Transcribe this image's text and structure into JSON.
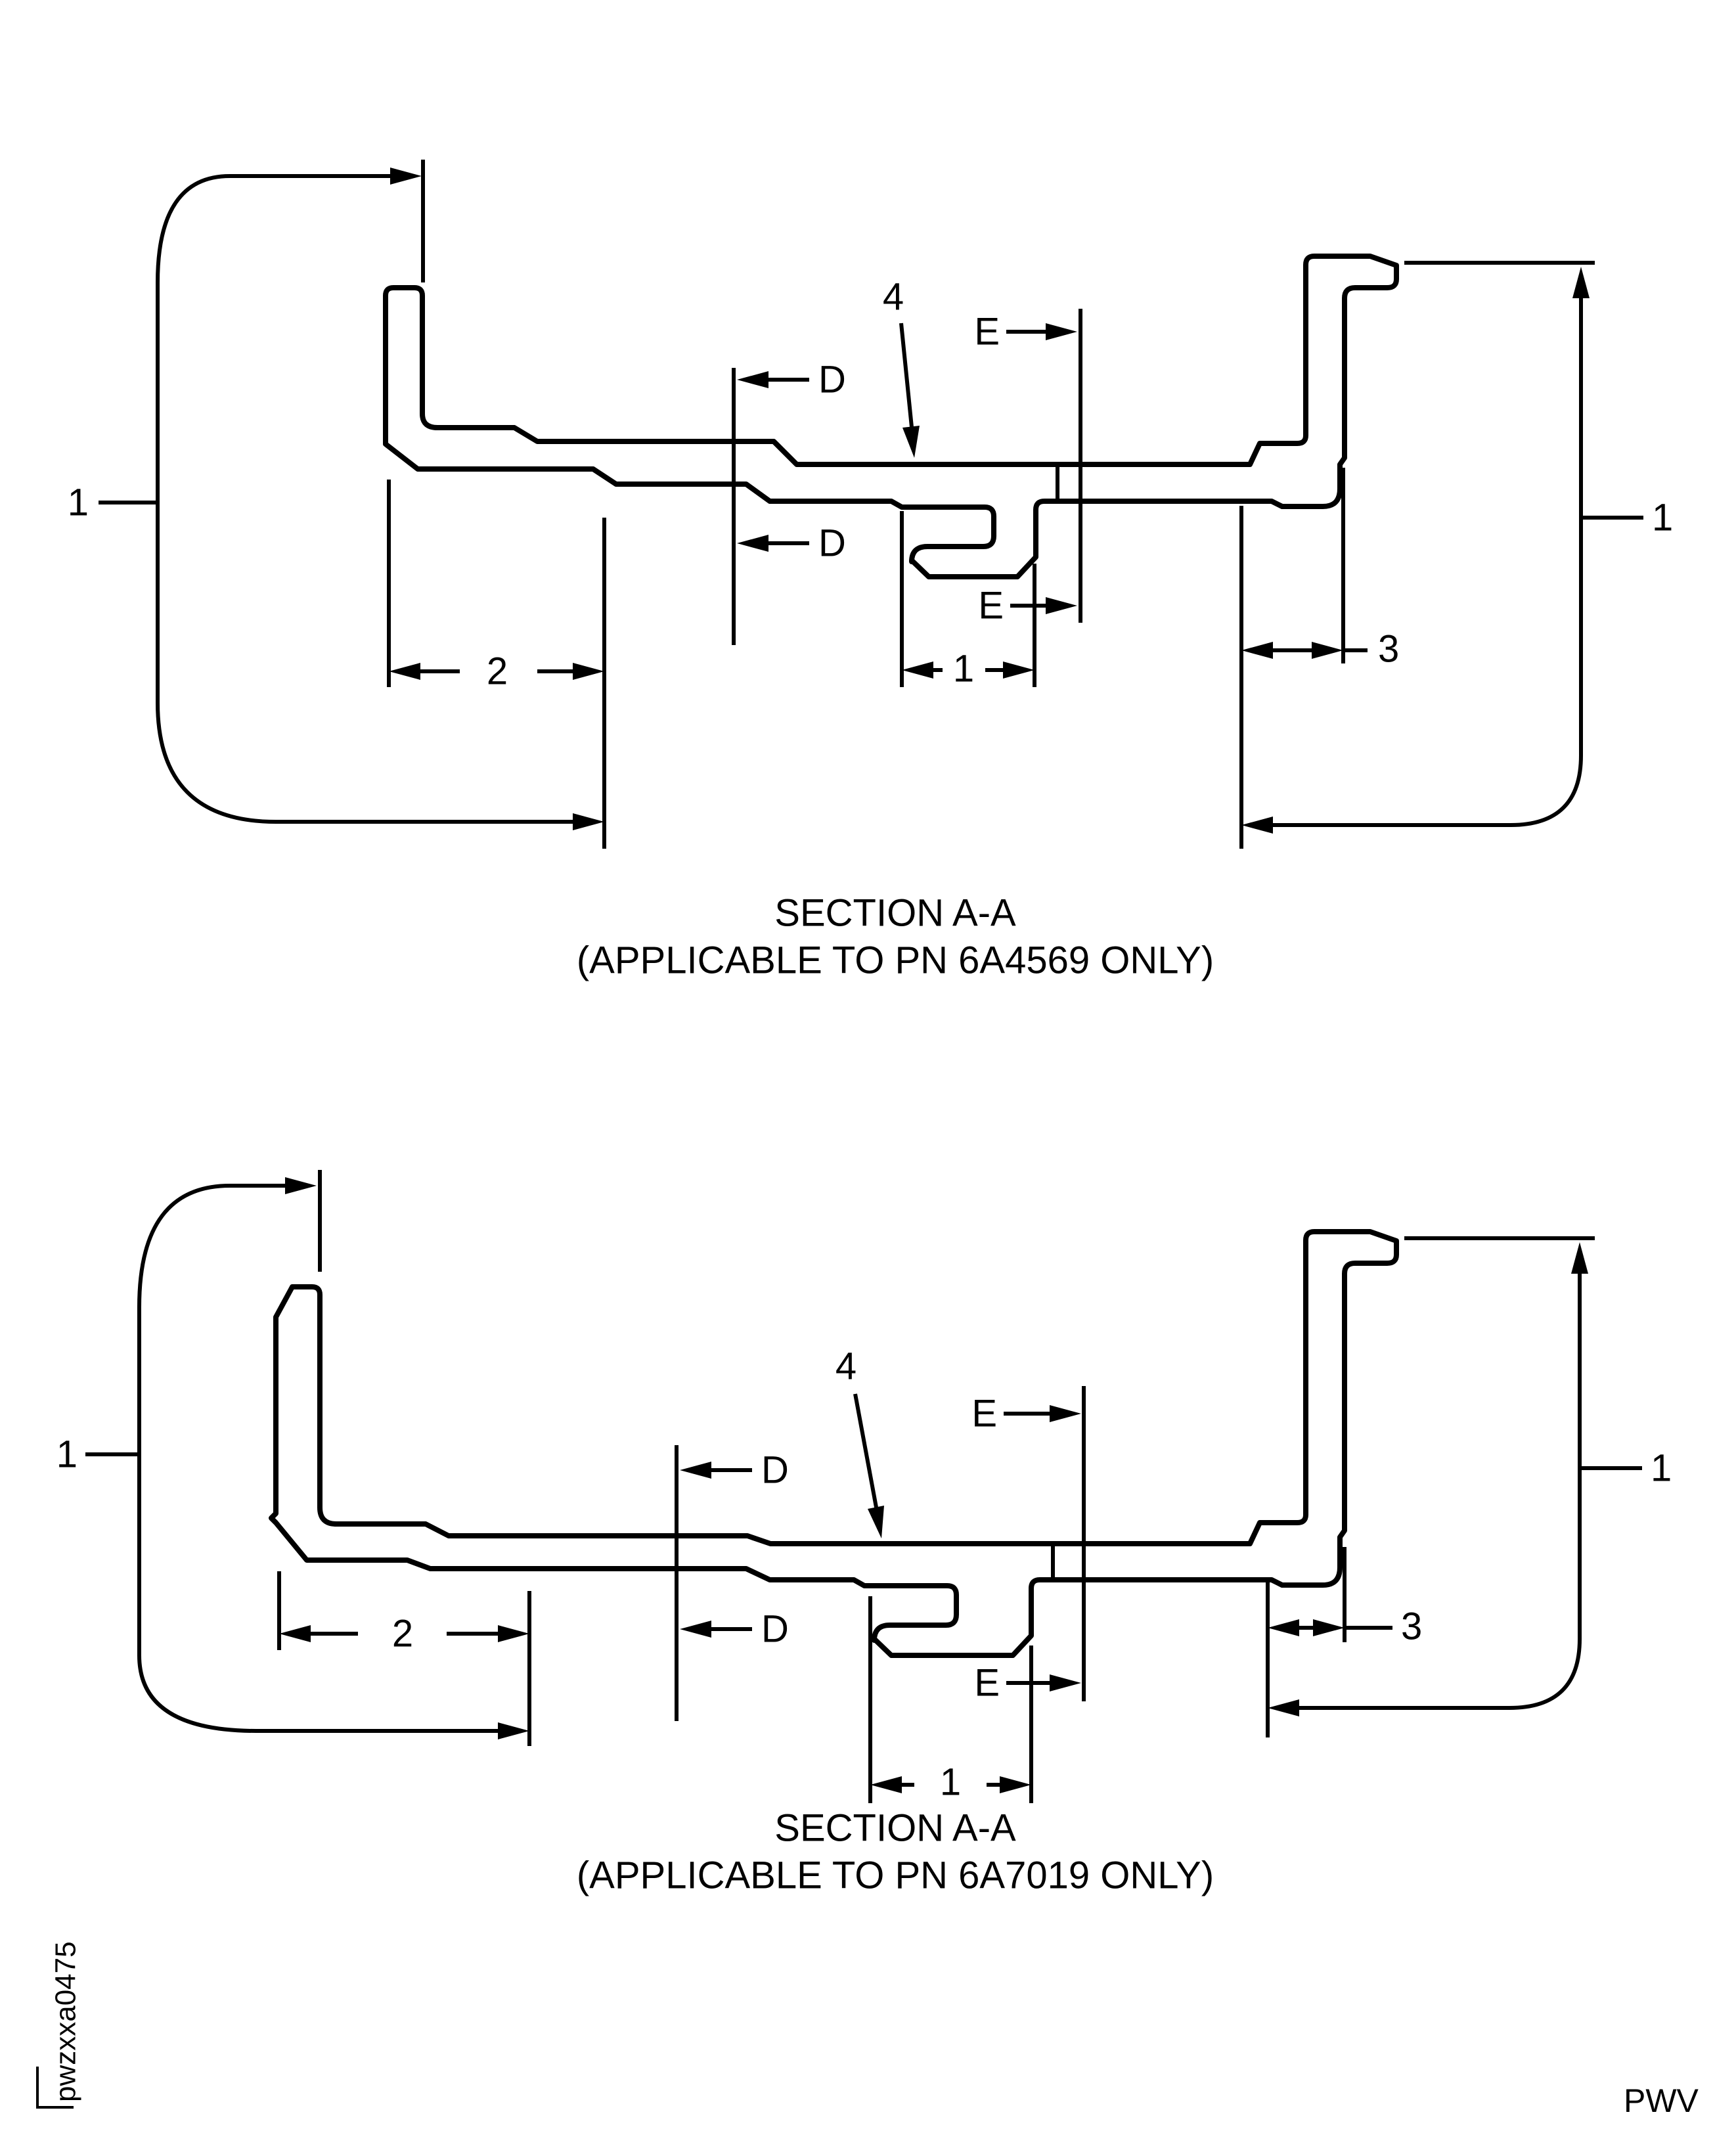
{
  "page": {
    "background": "#ffffff",
    "ink": "#000000"
  },
  "labels": {
    "item1": "1",
    "item2": "2",
    "item3": "3",
    "item4": "4",
    "sectionD": "D",
    "sectionE": "E"
  },
  "views": [
    {
      "title": "SECTION A-A",
      "subtitle": "(APPLICABLE TO PN 6A4569 ONLY)",
      "part_number": "6A4569"
    },
    {
      "title": "SECTION A-A",
      "subtitle": "(APPLICABLE TO PN 6A7019 ONLY)",
      "part_number": "6A7019"
    }
  ],
  "footer": {
    "doc_code": "pwzxxa0475",
    "page_code": "PWV"
  }
}
